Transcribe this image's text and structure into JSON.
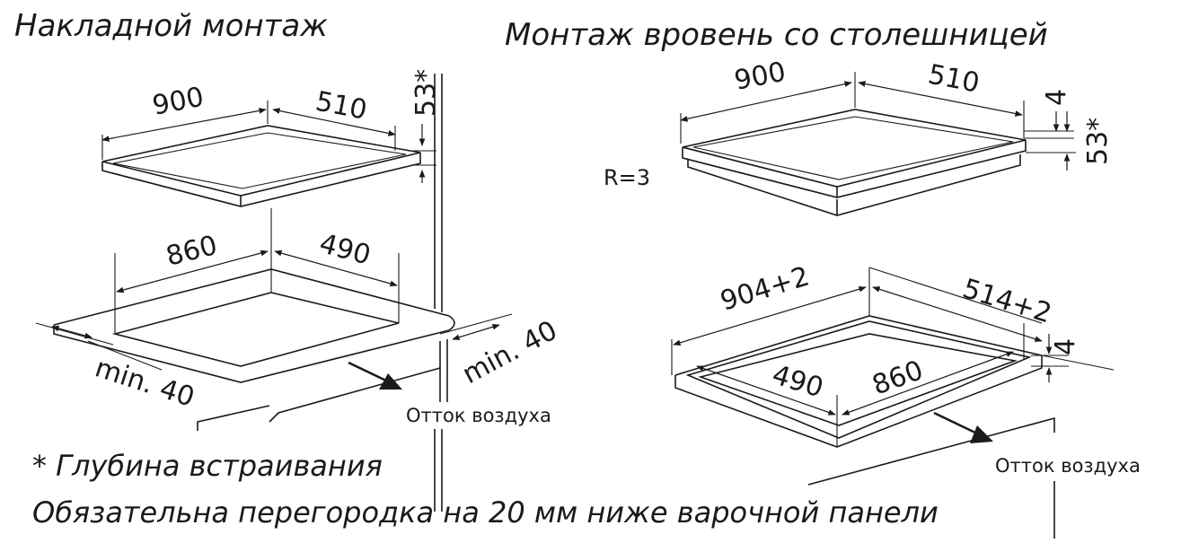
{
  "titles": {
    "overlay": "Накладной монтаж",
    "flush": "Монтаж вровень со столешницей"
  },
  "overlay_dims": {
    "width_top": "900",
    "depth_top": "510",
    "height_top": "53*",
    "width_cutout": "860",
    "depth_cutout": "490",
    "min_left": "min. 40",
    "min_right": "min. 40"
  },
  "flush_dims": {
    "width_top": "900",
    "depth_top": "510",
    "step": "4",
    "height": "53*",
    "radius": "R=3",
    "width_cutout": "904+2",
    "depth_cutout": "514+2",
    "inner_depth": "490",
    "inner_width": "860",
    "step_cutout": "4"
  },
  "airflow_label": "Отток воздуха",
  "notes": {
    "depth_note": "* Глубина встраивания",
    "partition_note": "Обязательна перегородка на 20 мм ниже варочной панели"
  }
}
